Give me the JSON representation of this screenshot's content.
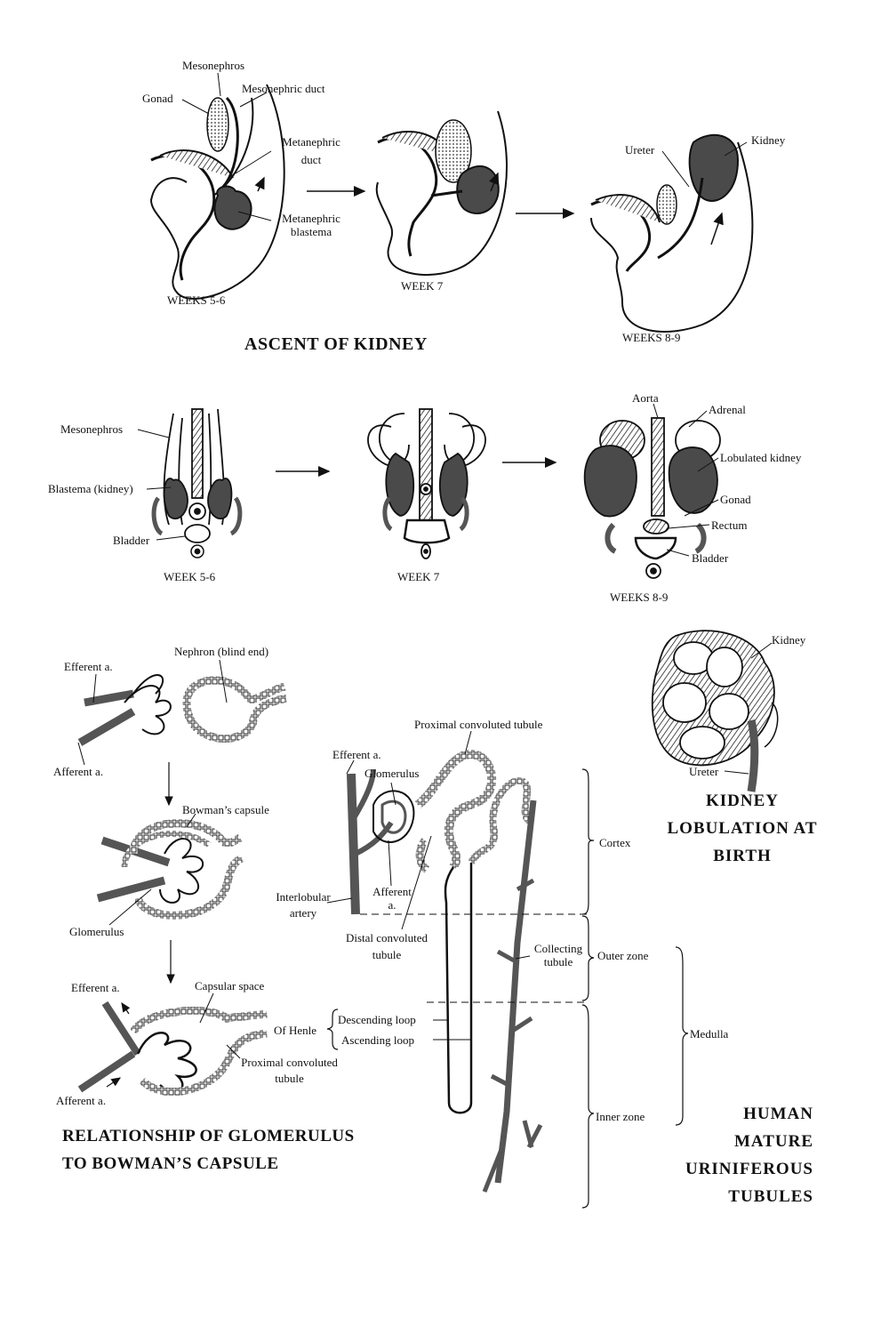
{
  "ascent": {
    "title": "ASCENT OF KIDNEY",
    "labels": {
      "mesonephros": "Mesonephros",
      "gonad": "Gonad",
      "mesonephric_duct": "Mesonephric duct",
      "metanephric_duct_1": "Metanephric",
      "metanephric_duct_2": "duct",
      "metanephric_blastema_1": "Metanephric",
      "metanephric_blastema_2": "blastema",
      "ureter": "Ureter",
      "kidney": "Kidney"
    },
    "stages": [
      "WEEKS 5-6",
      "WEEK 7",
      "WEEKS 8-9"
    ]
  },
  "front": {
    "labels": {
      "mesonephros": "Mesonephros",
      "blastema": "Blastema (kidney)",
      "bladder": "Bladder",
      "aorta": "Aorta",
      "adrenal": "Adrenal",
      "lobulated_kidney": "Lobulated kidney",
      "gonad": "Gonad",
      "rectum": "Rectum",
      "bladder2": "Bladder"
    },
    "stages": [
      "WEEK 5-6",
      "WEEK 7",
      "WEEKS 8-9"
    ]
  },
  "glomerulus": {
    "title_line1": "RELATIONSHIP OF GLOMERULUS",
    "title_line2": "TO BOWMAN’S CAPSULE",
    "labels": {
      "efferent_top": "Efferent a.",
      "nephron": "Nephron (blind end)",
      "afferent_top": "Afferent a.",
      "bowmans": "Bowman’s capsule",
      "glomerulus": "Glomerulus",
      "efferent_bottom": "Efferent a.",
      "capsular_space": "Capsular space",
      "pct_1": "Proximal convoluted",
      "pct_2": "tubule",
      "afferent_bottom": "Afferent a."
    }
  },
  "lobulation": {
    "title_line1": "KIDNEY",
    "title_line2": "LOBULATION AT",
    "title_line3": "BIRTH",
    "labels": {
      "kidney": "Kidney",
      "ureter": "Ureter"
    }
  },
  "tubules": {
    "title_line1": "HUMAN",
    "title_line2": "MATURE",
    "title_line3": "URINIFEROUS",
    "title_line4": "TUBULES",
    "labels": {
      "pct": "Proximal convoluted tubule",
      "efferent": "Efferent a.",
      "glomerulus": "Glomerulus",
      "interlobular_1": "Interlobular",
      "interlobular_2": "artery",
      "afferent_1": "Afferent",
      "afferent_2": "a.",
      "dct_1": "Distal convoluted",
      "dct_2": "tubule",
      "collecting_1": "Collecting",
      "collecting_2": "tubule",
      "of_henle": "Of Henle",
      "descending": "Descending loop",
      "ascending": "Ascending loop",
      "cortex": "Cortex",
      "outer_zone": "Outer zone",
      "medulla": "Medulla",
      "inner_zone": "Inner zone"
    }
  }
}
